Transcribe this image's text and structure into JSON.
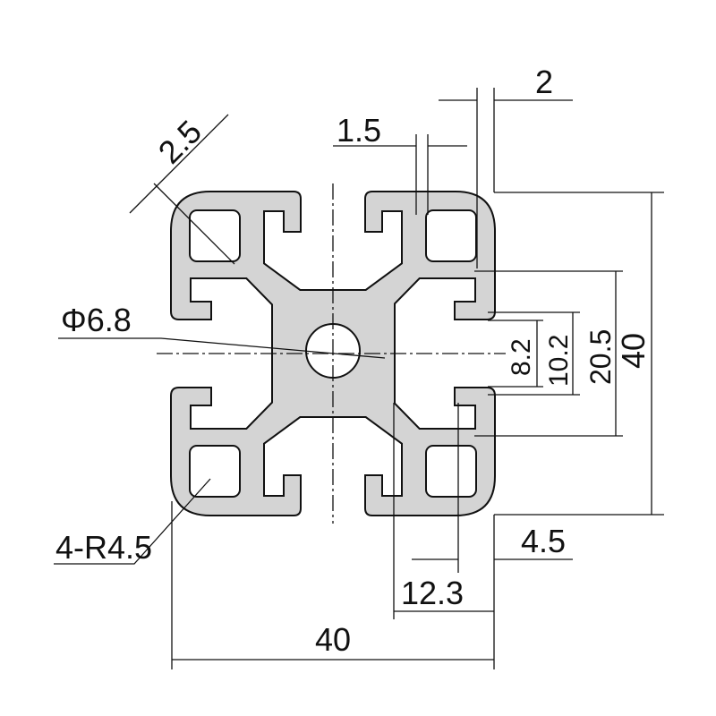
{
  "drawing": {
    "title": "40x40 aluminium profile cross-section",
    "colors": {
      "profile_fill": "#d4d4d4",
      "line": "#111111"
    },
    "dimensions": {
      "slot_wall": "2",
      "lip_thickness": "2.5",
      "web_thickness": "1.5",
      "center_bore": "Φ6.8",
      "slot_width": "8.2",
      "slot_inner": "10.2",
      "slot_depth_span": "20.5",
      "height": "40",
      "corner_radius": "4-R4.5",
      "lip_offset": "4.5",
      "slot_offset": "12.3",
      "width": "40"
    }
  }
}
